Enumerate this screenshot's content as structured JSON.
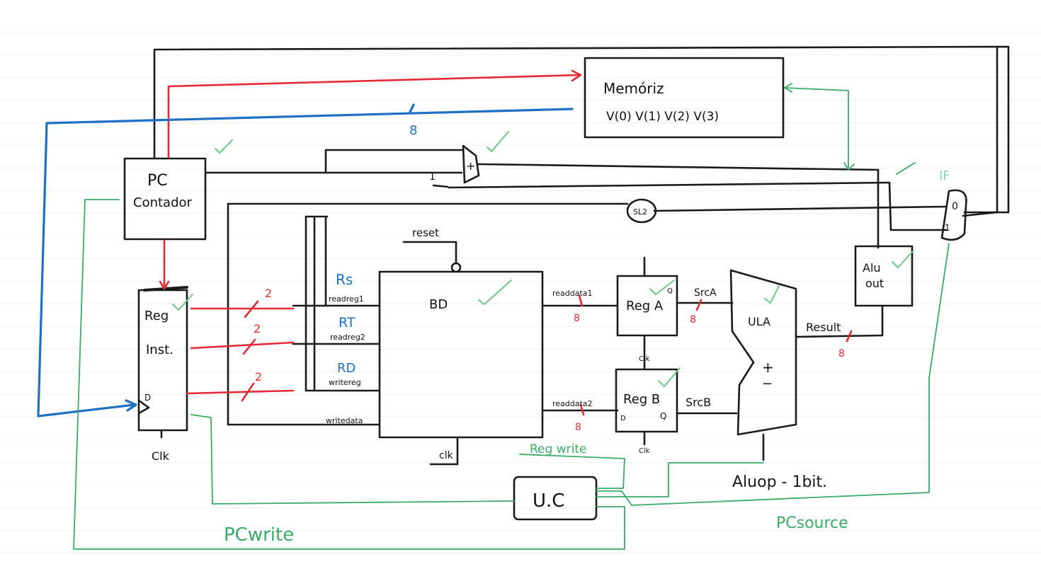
{
  "diagram": {
    "memory": {
      "title": "Memóriz",
      "vectors": "V(0) V(1) V(2) V(3)"
    },
    "pc": {
      "line1": "PC",
      "line2": "Contador"
    },
    "reg_inst": {
      "line1": "Reg",
      "line2": "Inst.",
      "d_label": "D",
      "clk_label": "Clk"
    },
    "bd": {
      "title": "BD",
      "reset": "reset",
      "clk": "clk",
      "port_readreg1": "readreg1",
      "port_readreg2": "readreg2",
      "port_writereg": "writereg",
      "port_writedata": "writedata",
      "label_rs": "Rs",
      "label_rt": "RT",
      "label_rd": "RD",
      "out_readdata1": "readdata1",
      "out_readdata2": "readdata2"
    },
    "reg_a": {
      "title": "Reg A",
      "q": "Q",
      "clk": "Clk"
    },
    "reg_b": {
      "title": "Reg B",
      "d": "D",
      "q": "Q",
      "clk": "Clk"
    },
    "ula": {
      "title": "ULA",
      "plus": "+",
      "minus": "−",
      "srca": "SrcA",
      "srcb": "SrcB",
      "result": "Result"
    },
    "alu_out": {
      "line1": "Alu",
      "line2": "out"
    },
    "sl2": "SL2",
    "uc": "U.C",
    "adder_plus": "+",
    "adder_in": "1",
    "mux": {
      "in0": "0",
      "in1": "1"
    },
    "bus_widths": {
      "two_a": "2",
      "two_b": "2",
      "two_c": "2",
      "eight": "8"
    },
    "controls": {
      "regwrite": "Reg write",
      "pcwrite": "PCwrite",
      "pcsource": "PCsource",
      "aluop": "Aluop - 1bit.",
      "if": "IF"
    },
    "colors": {
      "black": "#1a1a1a",
      "red": "#e32a36",
      "blue": "#1f6fc4",
      "green": "#3aaa68",
      "green_check": "#6cc48a"
    }
  }
}
